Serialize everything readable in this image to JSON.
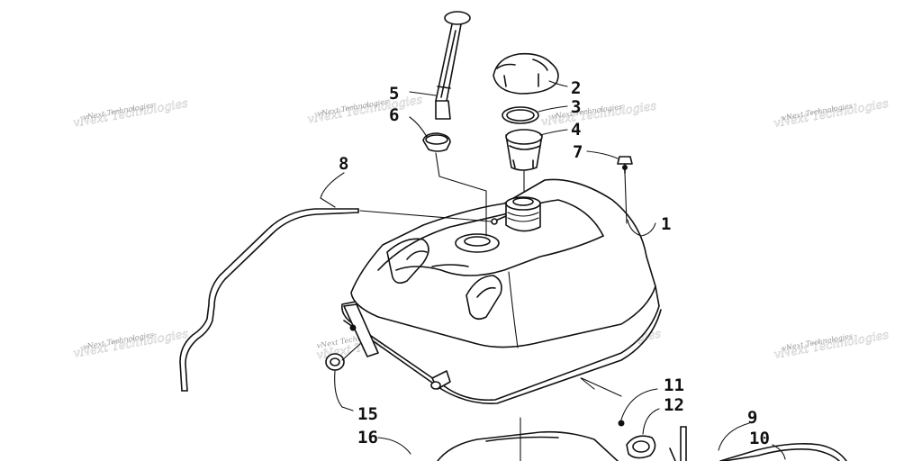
{
  "diagram": {
    "part_numbers": {
      "p1": "1",
      "p2": "2",
      "p3": "3",
      "p4": "4",
      "p5": "5",
      "p6": "6",
      "p7": "7",
      "p8": "8",
      "p9": "9",
      "p10": "10",
      "p11": "11",
      "p12": "12",
      "p15": "15",
      "p16": "16"
    },
    "watermark": "vNext Technologies"
  }
}
